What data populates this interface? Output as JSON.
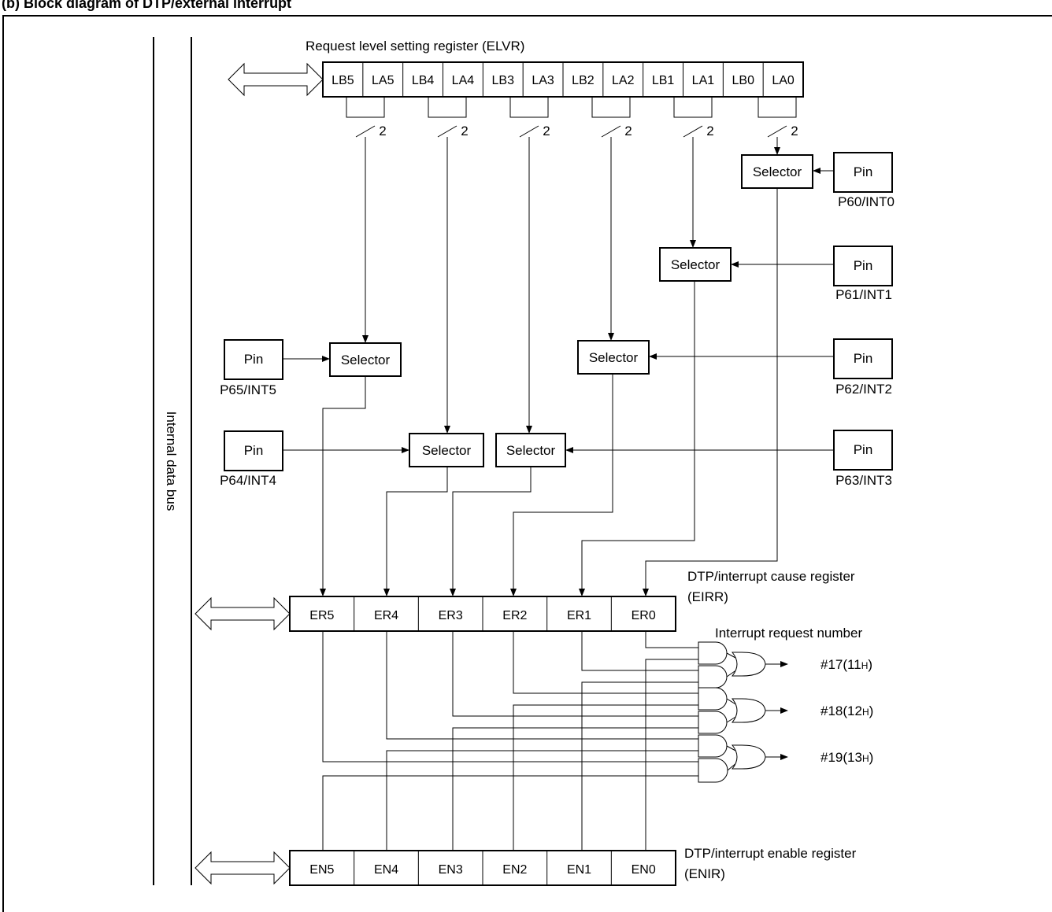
{
  "title": "(b) Block diagram of DTP/external interrupt",
  "bus_label": "Internal data bus",
  "elvr": {
    "label": "Request level setting register (ELVR)",
    "cells": [
      "LB5",
      "LA5",
      "LB4",
      "LA4",
      "LB3",
      "LA3",
      "LB2",
      "LA2",
      "LB1",
      "LA1",
      "LB0",
      "LA0"
    ],
    "bit_width": "2"
  },
  "selector_label": "Selector",
  "pins": [
    {
      "box": "Pin",
      "name": "P60/INT0"
    },
    {
      "box": "Pin",
      "name": "P61/INT1"
    },
    {
      "box": "Pin",
      "name": "P62/INT2"
    },
    {
      "box": "Pin",
      "name": "P63/INT3"
    },
    {
      "box": "Pin",
      "name": "P64/INT4"
    },
    {
      "box": "Pin",
      "name": "P65/INT5"
    }
  ],
  "eirr": {
    "label_line1": "DTP/interrupt cause register",
    "label_line2": "(EIRR)",
    "cells": [
      "ER5",
      "ER4",
      "ER3",
      "ER2",
      "ER1",
      "ER0"
    ]
  },
  "enir": {
    "label_line1": "DTP/interrupt enable register",
    "label_line2": "(ENIR)",
    "cells": [
      "EN5",
      "EN4",
      "EN3",
      "EN2",
      "EN1",
      "EN0"
    ]
  },
  "interrupt": {
    "label": "Interrupt request number",
    "outputs": [
      {
        "number": "#17(11",
        "sub": "H",
        "close": ")"
      },
      {
        "number": "#18(12",
        "sub": "H",
        "close": ")"
      },
      {
        "number": "#19(13",
        "sub": "H",
        "close": ")"
      }
    ]
  }
}
